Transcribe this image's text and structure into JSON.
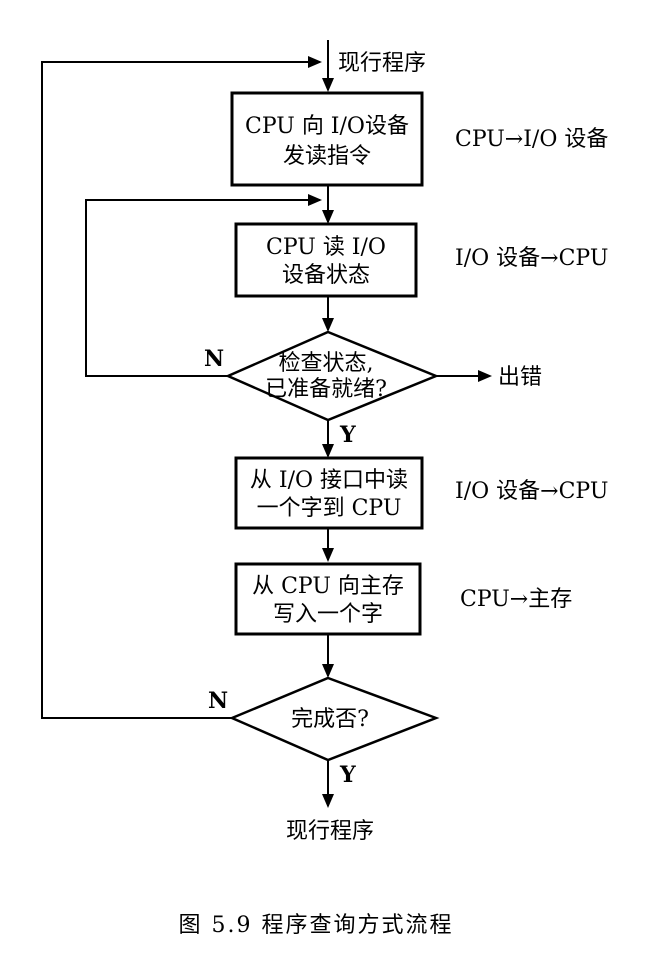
{
  "start_label": "现行程序",
  "steps": [
    {
      "line1": "CPU 向 I/O设备",
      "line2": "发读指令",
      "note": "CPU→I/O 设备"
    },
    {
      "line1": "CPU 读 I/O",
      "line2": "设备状态",
      "note": "I/O 设备→CPU"
    },
    {
      "line1": "从 I/O 接口中读",
      "line2": "一个字到 CPU",
      "note": "I/O 设备→CPU"
    },
    {
      "line1": "从 CPU 向主存",
      "line2": "写入一个字",
      "note": "CPU→主存"
    }
  ],
  "decisions": [
    {
      "line1": "检查状态,",
      "line2": "已准备就绪?",
      "no": "N",
      "yes": "Y",
      "error": "出错"
    },
    {
      "line1": "完成否?",
      "no": "N",
      "yes": "Y"
    }
  ],
  "end_label": "现行程序",
  "caption": "图 5.9 程序查询方式流程"
}
